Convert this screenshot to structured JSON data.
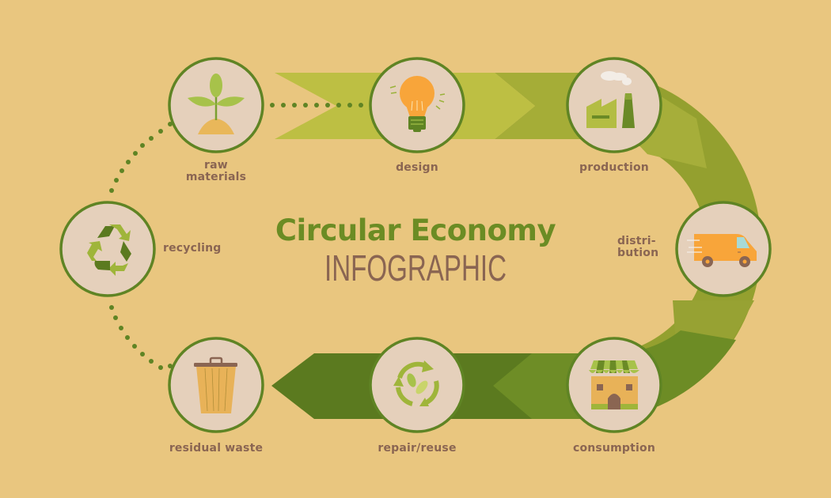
{
  "title": {
    "line1": "Circular Economy",
    "line2": "INFOGRAPHIC"
  },
  "colors": {
    "background": "#e9c67f",
    "circle_fill": "#e5d0bb",
    "circle_border": "#5f8424",
    "band_light": "#bfbf3f",
    "band_mid": "#a4ab36",
    "band_dark": "#6a8a26",
    "band_darkest": "#5b791f",
    "label_text": "#8a6552",
    "title_green": "#6b8c24"
  },
  "steps": [
    {
      "id": "raw-materials",
      "label": "raw\nmaterials",
      "label_lines": [
        "raw",
        "materials"
      ],
      "icon": "plant-sprout-icon"
    },
    {
      "id": "design",
      "label": "design",
      "icon": "lightbulb-icon"
    },
    {
      "id": "production",
      "label": "production",
      "icon": "factory-icon"
    },
    {
      "id": "distribution",
      "label_lines": [
        "distri-",
        "bution"
      ],
      "icon": "delivery-van-icon"
    },
    {
      "id": "consumption",
      "label": "consumption",
      "icon": "shop-icon"
    },
    {
      "id": "repair-reuse",
      "label": "repair/reuse",
      "icon": "reuse-arrows-leaves-icon"
    },
    {
      "id": "residual-waste",
      "label": "residual waste",
      "icon": "trash-bin-icon"
    },
    {
      "id": "recycling",
      "label": "recycling",
      "icon": "recycle-icon"
    }
  ]
}
